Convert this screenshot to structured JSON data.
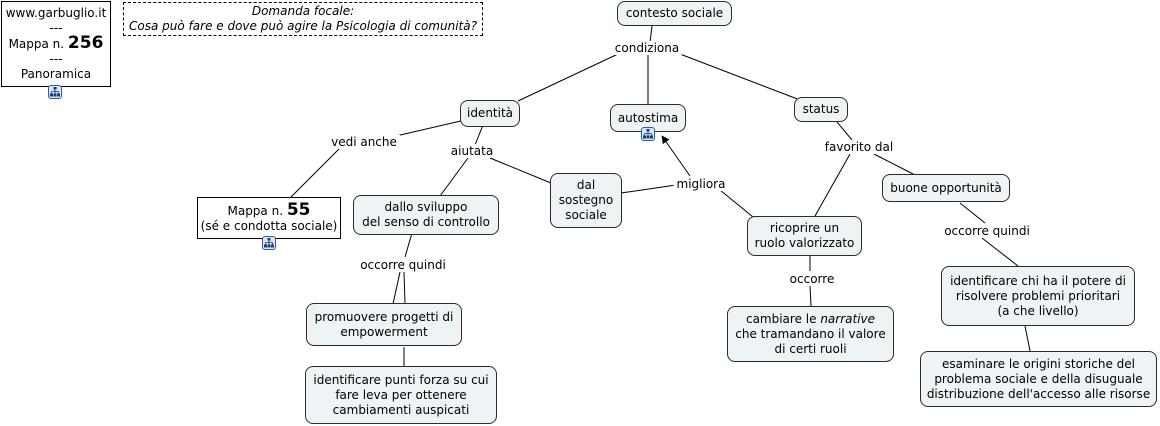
{
  "info_box": {
    "site": "www.garbuglio.it",
    "sep1": "---",
    "map_prefix": "Mappa n.",
    "map_number": "256",
    "sep2": "---",
    "view": "Panoramica"
  },
  "focal_question": {
    "title": "Domanda focale:",
    "question": "Cosa può fare e dove può agire la Psicologia di comunità?"
  },
  "nodes": {
    "contesto_sociale": "contesto sociale",
    "identita": "identità",
    "autostima": "autostima",
    "status": "status",
    "mappa55_prefix": "Mappa n.",
    "mappa55_number": "55",
    "mappa55_sub": "(sé e condotta sociale)",
    "sviluppo_line1": "dallo sviluppo",
    "sviluppo_line2": "del senso di controllo",
    "sostegno_line1": "dal",
    "sostegno_line2": "sostegno",
    "sostegno_line3": "sociale",
    "opportunita": "buone opportunità",
    "ruolo_line1": "ricoprire un",
    "ruolo_line2": "ruolo valorizzato",
    "promuovere_line1": "promuovere progetti di",
    "promuovere_line2": "empowerment",
    "punti_line1": "identificare punti forza su cui",
    "punti_line2": "fare leva per ottenere",
    "punti_line3": "cambiamenti auspicati",
    "narrative_before": "cambiare le ",
    "narrative_italic": "narrative",
    "narrative_line2": "che tramandano il valore",
    "narrative_line3": "di certi ruoli",
    "potere_line1": "identificare chi ha il potere di",
    "potere_line2": "risolvere problemi prioritari",
    "potere_line3": "(a che livello)",
    "origini_line1": "esaminare le origini storiche del",
    "origini_line2": "problema sociale e della disuguale",
    "origini_line3": "distribuzione dell'accesso alle risorse"
  },
  "links": {
    "condiziona": "condiziona",
    "vedi_anche": "vedi anche",
    "aiutata": "aiutata",
    "favorito_dal": "favorito dal",
    "migliora": "migliora",
    "occorre_quindi_left": "occorre quindi",
    "occorre": "occorre",
    "occorre_quindi_right": "occorre quindi"
  },
  "icons": [
    "map-link-icon",
    "map-link-icon",
    "map-link-icon"
  ],
  "colors": {
    "node_fill": "#eef3f6",
    "node_border": "#2b2b2b",
    "icon_fill": "#d9e6f5",
    "icon_border": "#2d5e9e"
  }
}
